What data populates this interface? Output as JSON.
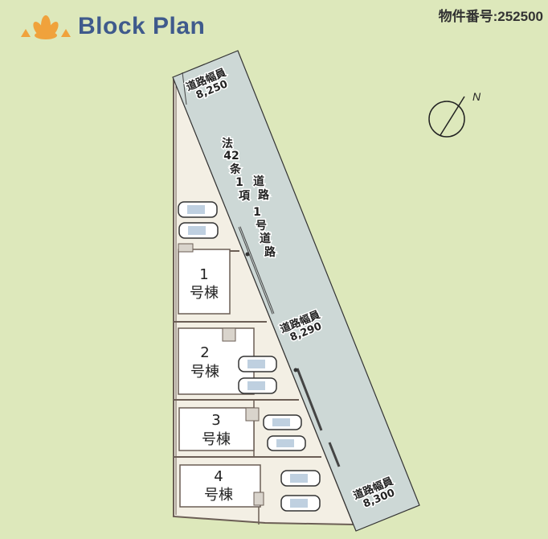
{
  "header": {
    "title": "Block Plan",
    "property_number": "物件番号:252500"
  },
  "roads": {
    "name_col1": [
      "法",
      "42",
      "条",
      "1",
      "項"
    ],
    "name_col2": [
      "道",
      "路",
      "1",
      "号",
      "道",
      "路"
    ],
    "widths": [
      {
        "label": "道路幅員",
        "value": "8,250"
      },
      {
        "label": "道路幅員",
        "value": "8,290"
      },
      {
        "label": "道路幅員",
        "value": "8,300"
      }
    ]
  },
  "buildings": [
    {
      "number": "1",
      "label": "号棟"
    },
    {
      "number": "2",
      "label": "号棟"
    },
    {
      "number": "3",
      "label": "号棟"
    },
    {
      "number": "4",
      "label": "号棟"
    }
  ],
  "compass": {
    "label": "N"
  },
  "colors": {
    "background": "#dde8bb",
    "road": "#cdd8d6",
    "site": "#f3efe4",
    "title": "#3f5a8c",
    "logo": "#f0a23c"
  }
}
